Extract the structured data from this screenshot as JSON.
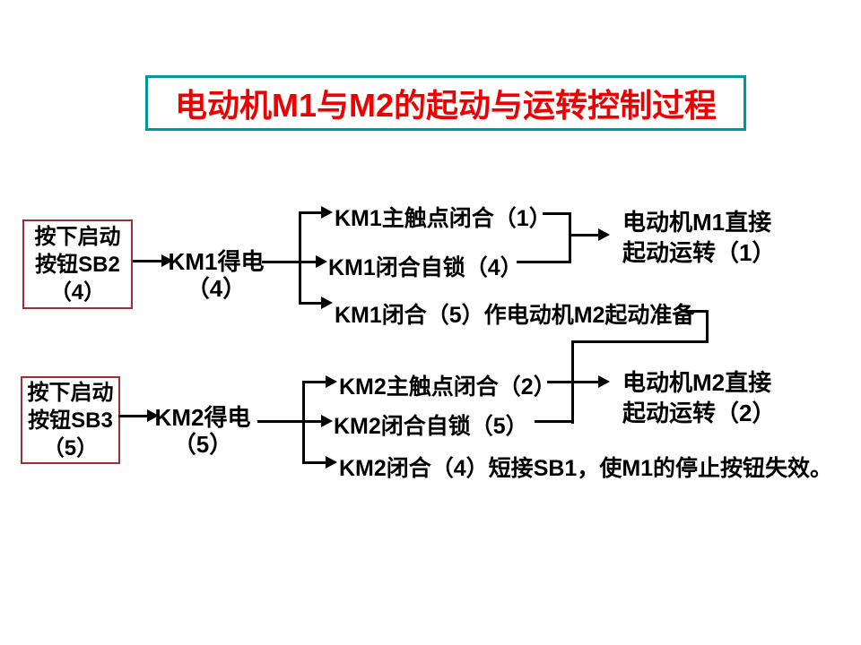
{
  "title": "电动机M1与M2的起动与运转控制过程",
  "colors": {
    "background": "#ffffff",
    "title_text": "#ee0000",
    "title_border": "#009999",
    "trigger_box_border": "#993333",
    "text": "#000000",
    "line": "#000000"
  },
  "flow_m1": {
    "trigger": {
      "line1": "按下启动",
      "line2": "按钮SB2",
      "line3": "（4）"
    },
    "state": {
      "line1": "KM1得电",
      "line2": "（4）"
    },
    "branch1": "KM1主触点闭合（1）",
    "branch2": "KM1闭合自锁（4）",
    "branch3": "KM1闭合（5）作电动机M2起动准备",
    "result": {
      "line1": "电动机M1直接",
      "line2": "起动运转（1）"
    }
  },
  "flow_m2": {
    "trigger": {
      "line1": "按下启动",
      "line2": "按钮SB3",
      "line3": "（5）"
    },
    "state": {
      "line1": "KM2得电",
      "line2": "（5）"
    },
    "branch1": "KM2主触点闭合（2）",
    "branch2": "KM2闭合自锁（5）",
    "branch3": "KM2闭合（4）短接SB1，使M1的停止按钮失效。",
    "result": {
      "line1": "电动机M2直接",
      "line2": "起动运转（2）"
    }
  }
}
